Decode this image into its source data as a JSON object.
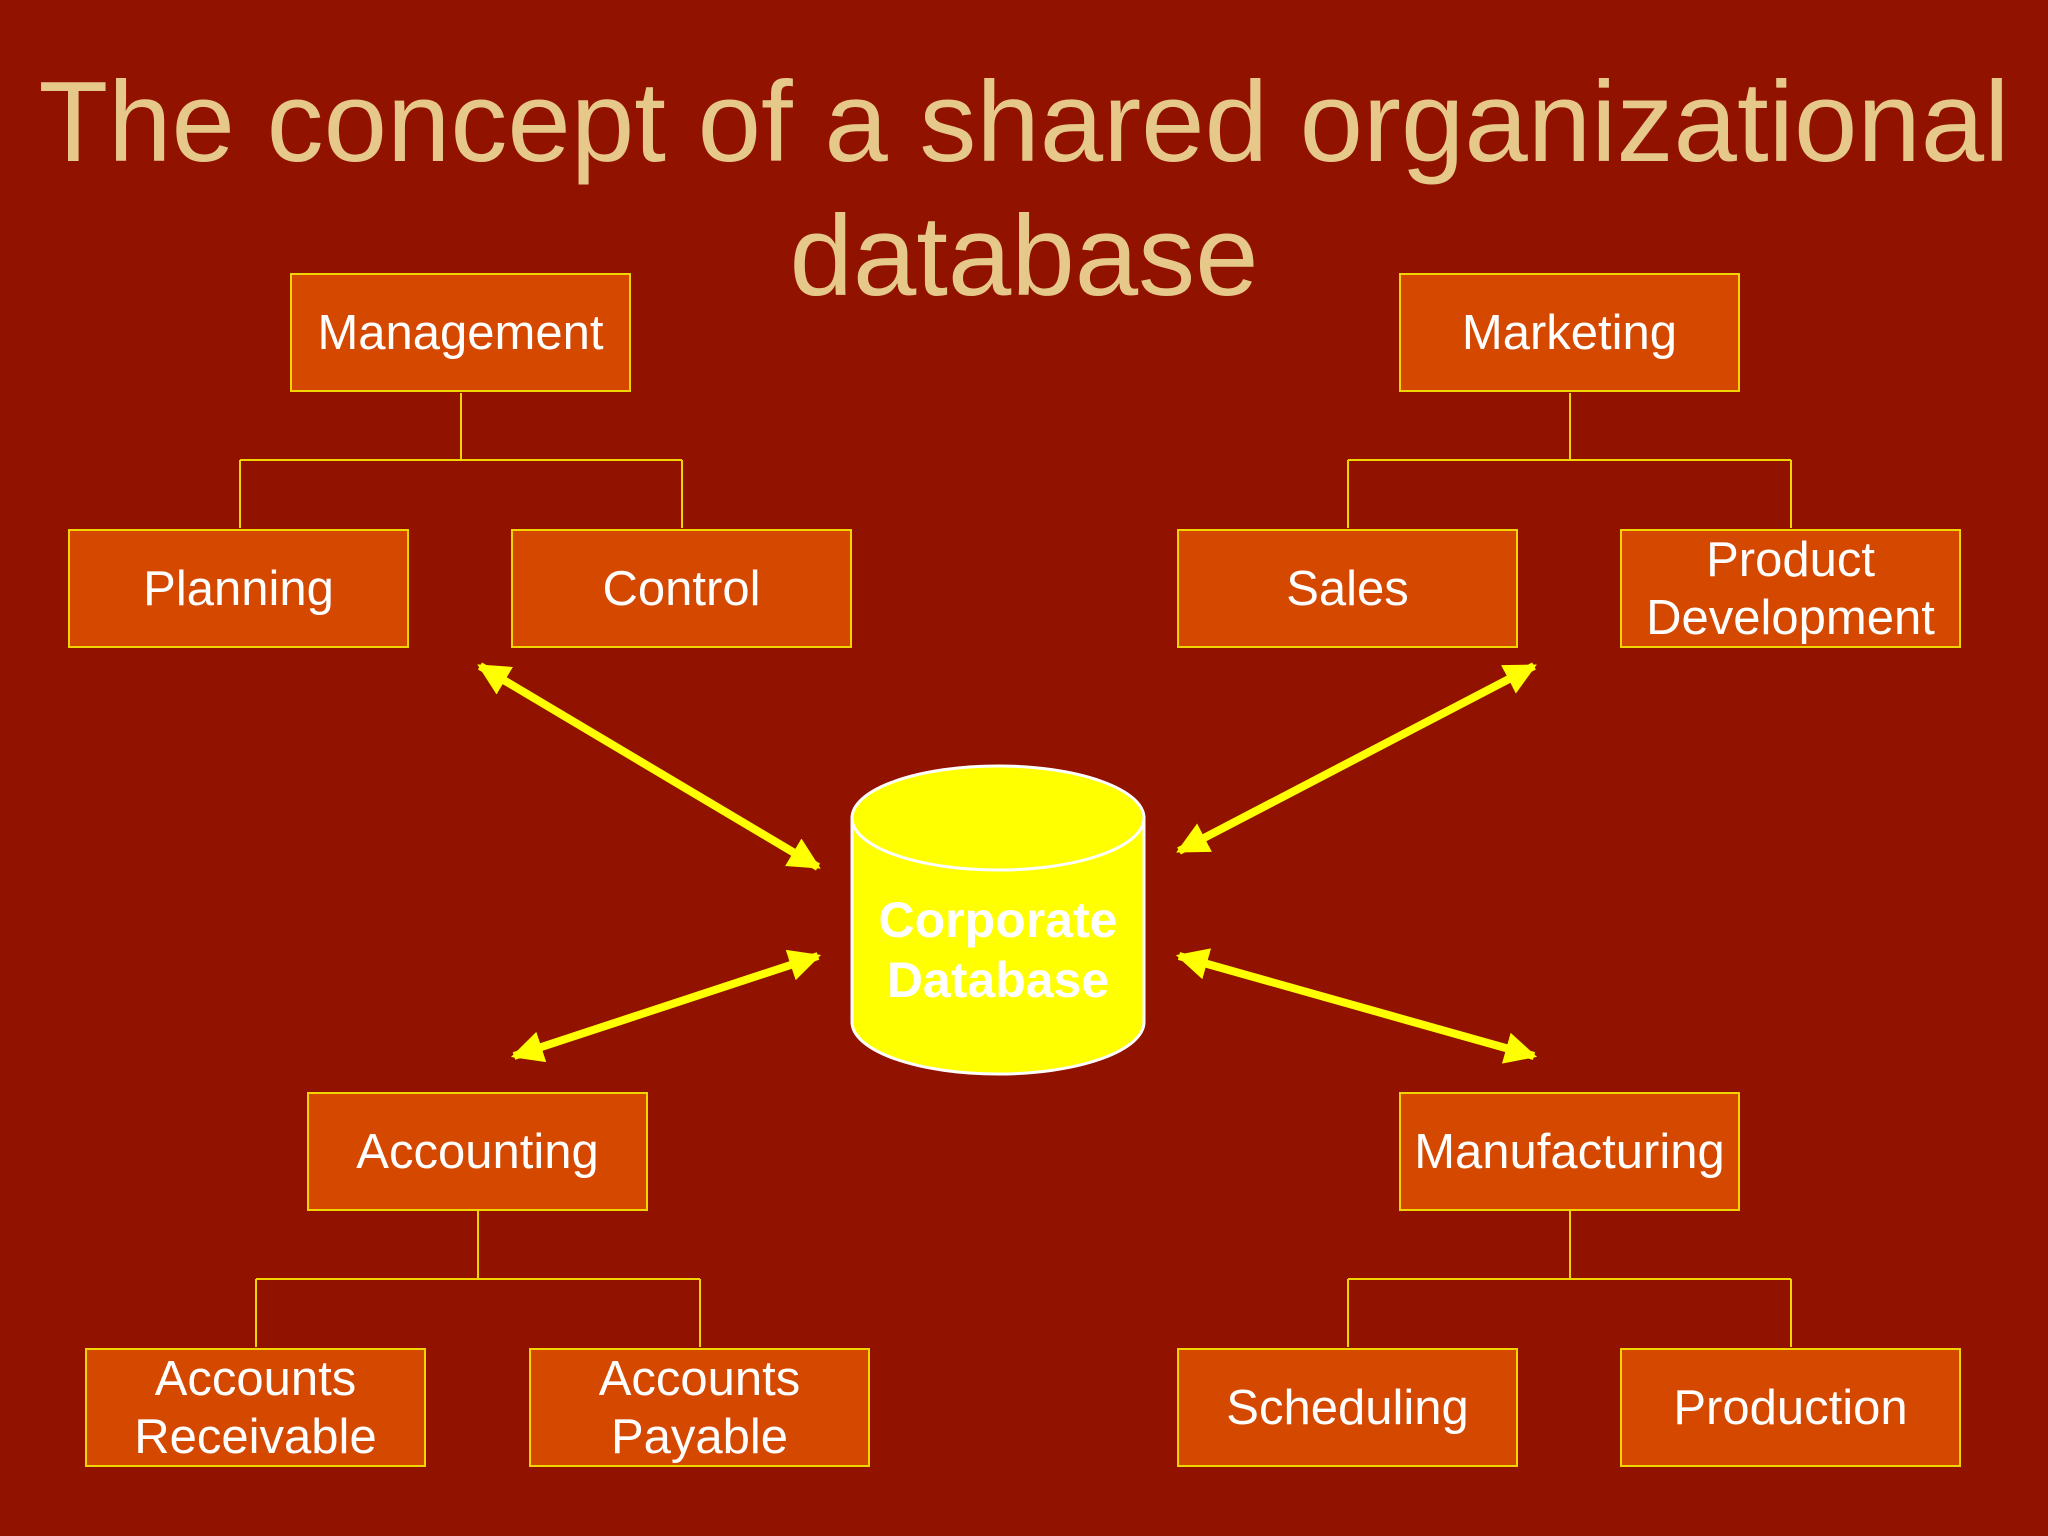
{
  "title": {
    "line1": "The concept of a shared organizational",
    "line2": "database"
  },
  "database": {
    "line1": "Corporate",
    "line2": "Database"
  },
  "groups": {
    "management": {
      "label": "Management",
      "children": {
        "planning": "Planning",
        "control": "Control"
      }
    },
    "marketing": {
      "label": "Marketing",
      "children": {
        "sales": "Sales",
        "product_development": {
          "line1": "Product",
          "line2": "Development"
        }
      }
    },
    "accounting": {
      "label": "Accounting",
      "children": {
        "accounts_receivable": {
          "line1": "Accounts",
          "line2": "Receivable"
        },
        "accounts_payable": {
          "line1": "Accounts",
          "line2": "Payable"
        }
      }
    },
    "manufacturing": {
      "label": "Manufacturing",
      "children": {
        "scheduling": "Scheduling",
        "production": "Production"
      }
    }
  },
  "colors": {
    "background": "#921200",
    "title": "#e6c98a",
    "box_fill": "#d44800",
    "box_border": "#f2d400",
    "connector": "#f2d400",
    "arrow": "#ffff00",
    "database_fill": "#ffff00"
  }
}
